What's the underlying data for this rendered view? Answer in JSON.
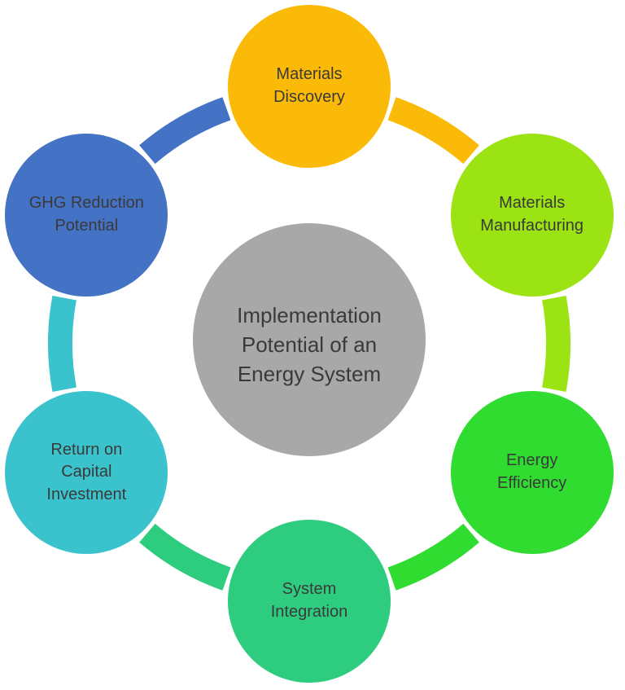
{
  "diagram": {
    "center": {
      "label": "Implementation\nPotential of an\nEnergy System",
      "color": "#A8A8A8",
      "text_color": "#3A3A3A"
    },
    "nodes": [
      {
        "id": "materials-discovery",
        "label": "Materials\nDiscovery",
        "color": "#FBBA07"
      },
      {
        "id": "materials-manufacturing",
        "label": "Materials\nManufacturing",
        "color": "#9BE313"
      },
      {
        "id": "energy-efficiency",
        "label": "Energy\nEfficiency",
        "color": "#30DC30"
      },
      {
        "id": "system-integration",
        "label": "System\nIntegration",
        "color": "#2DCC7E"
      },
      {
        "id": "return-on-capital-investment",
        "label": "Return on\nCapital\nInvestment",
        "color": "#3AC3CC"
      },
      {
        "id": "ghg-reduction-potential",
        "label": "GHG Reduction\nPotential",
        "color": "#4472C4"
      }
    ]
  }
}
